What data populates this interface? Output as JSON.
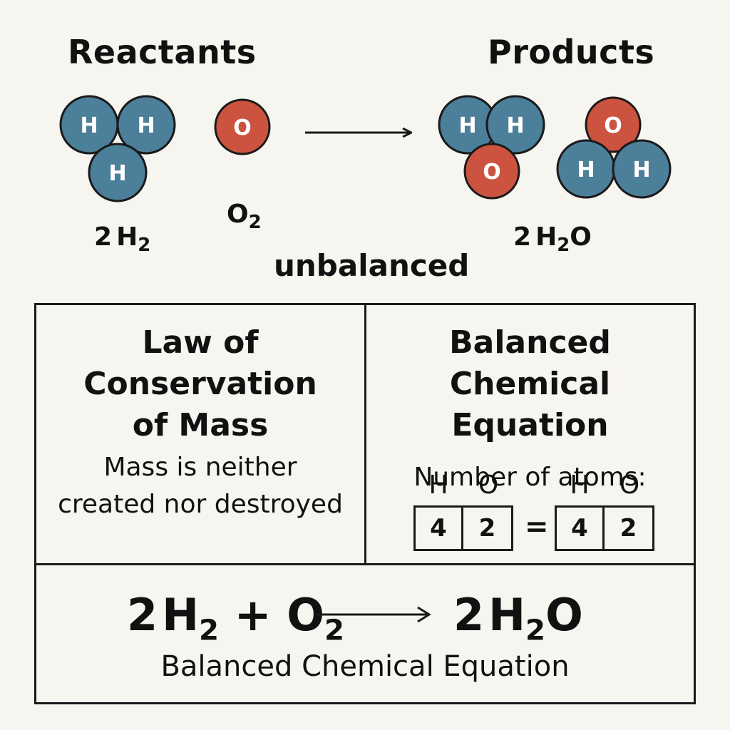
{
  "top": {
    "reactants_heading": "Reactants",
    "products_heading": "Products",
    "status_label": "unbalanced",
    "reactant_hydrogen": {
      "coef": "2",
      "symbol": "H",
      "sub": "2"
    },
    "reactant_oxygen": {
      "symbol": "O",
      "sub": "2"
    },
    "product_water": {
      "coef": "2",
      "symbol_a": "H",
      "sub": "2",
      "symbol_b": "O"
    },
    "atoms": {
      "hydrogen": "H",
      "oxygen": "O"
    }
  },
  "colors": {
    "hydrogen": "#4c7f99",
    "oxygen": "#cc533f",
    "outline": "#1a1a1a"
  },
  "conservation_panel": {
    "title_line1": "Law of",
    "title_line2": "Conservation",
    "title_line3": "of Mass",
    "body_line1": "Mass is neither",
    "body_line2": "created nor destroyed"
  },
  "balance_panel": {
    "title_line1": "Balanced",
    "title_line2": "Chemical Equation",
    "atoms_label": "Number of atoms:",
    "columns": [
      "H",
      "O"
    ],
    "left_counts": [
      "4",
      "2"
    ],
    "right_counts": [
      "4",
      "2"
    ],
    "equals": "="
  },
  "equation_panel": {
    "term1_coef": "2",
    "term1_symbol": "H",
    "term1_sub": "2",
    "plus": "+",
    "term2_symbol": "O",
    "term2_sub": "2",
    "product_coef": "2",
    "product_symbol_a": "H",
    "product_sub": "2",
    "product_symbol_b": "O",
    "caption": "Balanced Chemical Equation"
  }
}
